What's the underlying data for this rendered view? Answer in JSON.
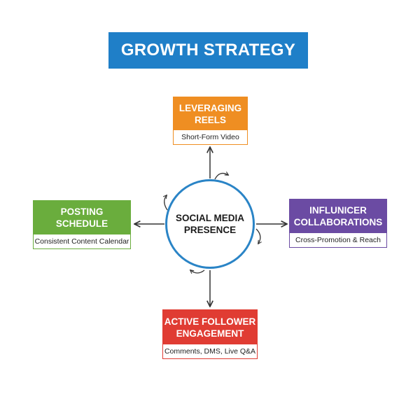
{
  "title": "GROWTH STRATEGY",
  "center": {
    "label": "SOCIAL MEDIA PRESENCE"
  },
  "nodes": [
    {
      "id": "top",
      "title": "LEVERAGING REELS",
      "subtitle": "Short-Form Video",
      "color": "#ef8e22"
    },
    {
      "id": "right",
      "title": "INFLUNICER COLLABORATIONS",
      "subtitle": "Cross-Promotion & Reach",
      "color": "#6b4ba3"
    },
    {
      "id": "bottom",
      "title": "ACTIVE FOLLOWER ENGAGEMENT",
      "subtitle": "Comments, DMS, Live Q&A",
      "color": "#e03c33"
    },
    {
      "id": "left",
      "title": "POSTING SCHEDULE",
      "subtitle": "Consistent Content Calendar",
      "color": "#6aad3d"
    }
  ],
  "colors": {
    "title_bg": "#1f7fc8",
    "circle_border": "#2a84c6",
    "arrow": "#333333"
  }
}
